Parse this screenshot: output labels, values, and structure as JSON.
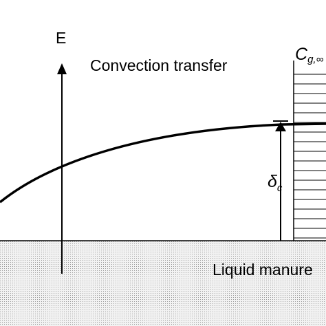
{
  "labels": {
    "e_axis": "E",
    "convection": "Convection transfer",
    "liquid_manure": "Liquid manure",
    "concentration_main": "C",
    "concentration_sub": "g,∞",
    "delta_main": "δ",
    "delta_sub": "c"
  },
  "colors": {
    "line": "#000000",
    "manure_fill": "#eeeeee",
    "background": "#ffffff"
  }
}
